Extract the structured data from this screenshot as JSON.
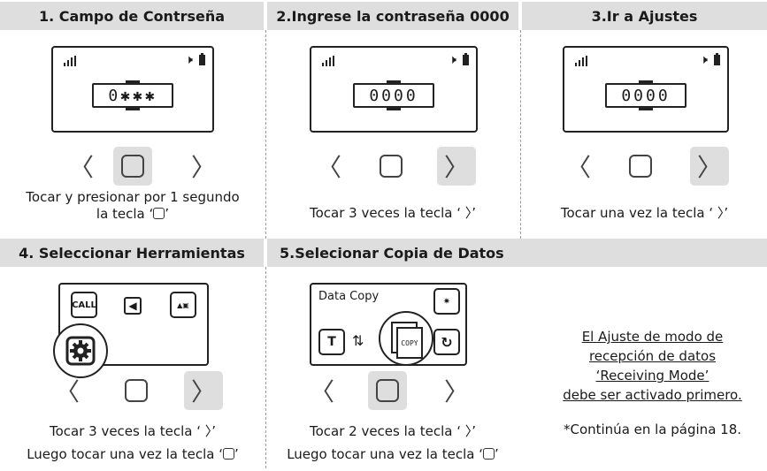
{
  "steps": [
    {
      "title": "1. Campo de Contrseña",
      "display": "0✱✱✱",
      "caption_lines": [
        "Tocar y presionar por 1 segundo",
        "la tecla ‘",
        "’"
      ]
    },
    {
      "title": "2.Ingrese la contraseña 0000",
      "display": "0000",
      "caption": "Tocar 3 veces la tecla ‘ 〉’"
    },
    {
      "title": "3.Ir a Ajustes",
      "display": "0000",
      "caption": "Tocar una vez la tecla ‘ 〉’"
    },
    {
      "title": "4. Seleccionar Herramientas",
      "icons": [
        "call-icon",
        "speaker-icon",
        "phone-settings-icon",
        "gear-icon"
      ],
      "tile_label": "CALL",
      "caption_line1": "Tocar 3 veces la tecla ‘ 〉’",
      "caption_line2": "Luego tocar una vez la tecla ‘",
      "caption_line2_end": "’"
    },
    {
      "title": "5.Selecionar Copia de Datos",
      "screen_label": "Data Copy",
      "tile_t": "T",
      "copy_label": "COPY",
      "caption_line1": "Tocar 2 veces la tecla ‘ 〉’",
      "caption_line2": "Luego tocar una vez la tecla ‘",
      "caption_line2_end": "’"
    }
  ],
  "nav": {
    "prev": "〈",
    "next": "〉"
  },
  "note": {
    "lines": [
      "El Ajuste de modo de",
      "recepción de datos",
      "‘Receiving Mode’",
      "debe ser activado primero."
    ],
    "continue": "*Continúa en la página 18."
  },
  "colors": {
    "header_bg": "#dedede",
    "highlight": "#dedede",
    "divider": "#9a9a9a"
  }
}
